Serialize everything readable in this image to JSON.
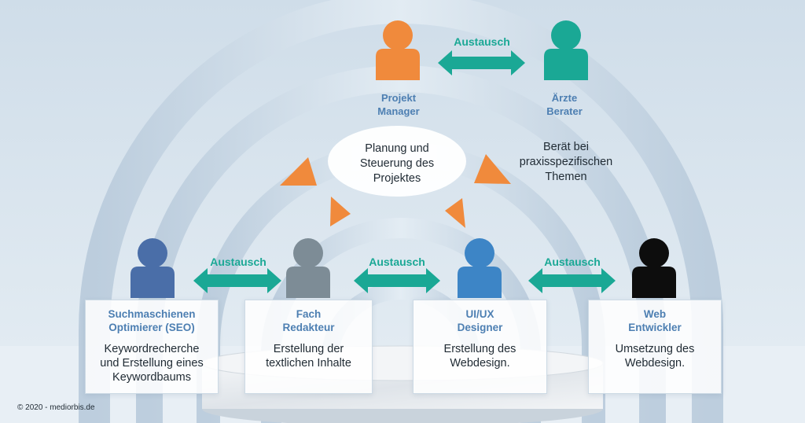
{
  "colors": {
    "orange": "#f08a3c",
    "teal": "#1aa895",
    "blue_dark": "#4a6ea8",
    "gray": "#7d8c96",
    "blue_light": "#3d85c6",
    "black": "#0d0d0d",
    "role_text": "#4d7fb2"
  },
  "top": {
    "exchange_label": "Austausch",
    "project_manager": {
      "line1": "Projekt",
      "line2": "Manager",
      "icon": "person-icon"
    },
    "doctors": {
      "line1": "Ärzte",
      "line2": "Berater",
      "icon": "person-icon"
    }
  },
  "planning": {
    "line1": "Planung  und",
    "line2": "Steuerung des",
    "line3": "Projektes"
  },
  "advice": {
    "line1": "Berät bei",
    "line2": "praxisspezifischen",
    "line3": "Themen"
  },
  "exchange_labels": [
    "Austausch",
    "Austausch",
    "Austausch"
  ],
  "roles": [
    {
      "title1": "Suchmaschienen",
      "title2": "Optimierer (SEO)",
      "desc1": "Keywordrecherche",
      "desc2": "und Erstellung eines",
      "desc3": "Keywordbaums"
    },
    {
      "title1": "Fach",
      "title2": "Redakteur",
      "desc1": "Erstellung der",
      "desc2": "textlichen Inhalte",
      "desc3": ""
    },
    {
      "title1": "UI/UX",
      "title2": "Designer",
      "desc1": "Erstellung des",
      "desc2": "Webdesign.",
      "desc3": ""
    },
    {
      "title1": "Web",
      "title2": "Entwickler",
      "desc1": "Umsetzung des",
      "desc2": "Webdesign.",
      "desc3": ""
    }
  ],
  "footer": "© 2020 - mediorbis.de"
}
